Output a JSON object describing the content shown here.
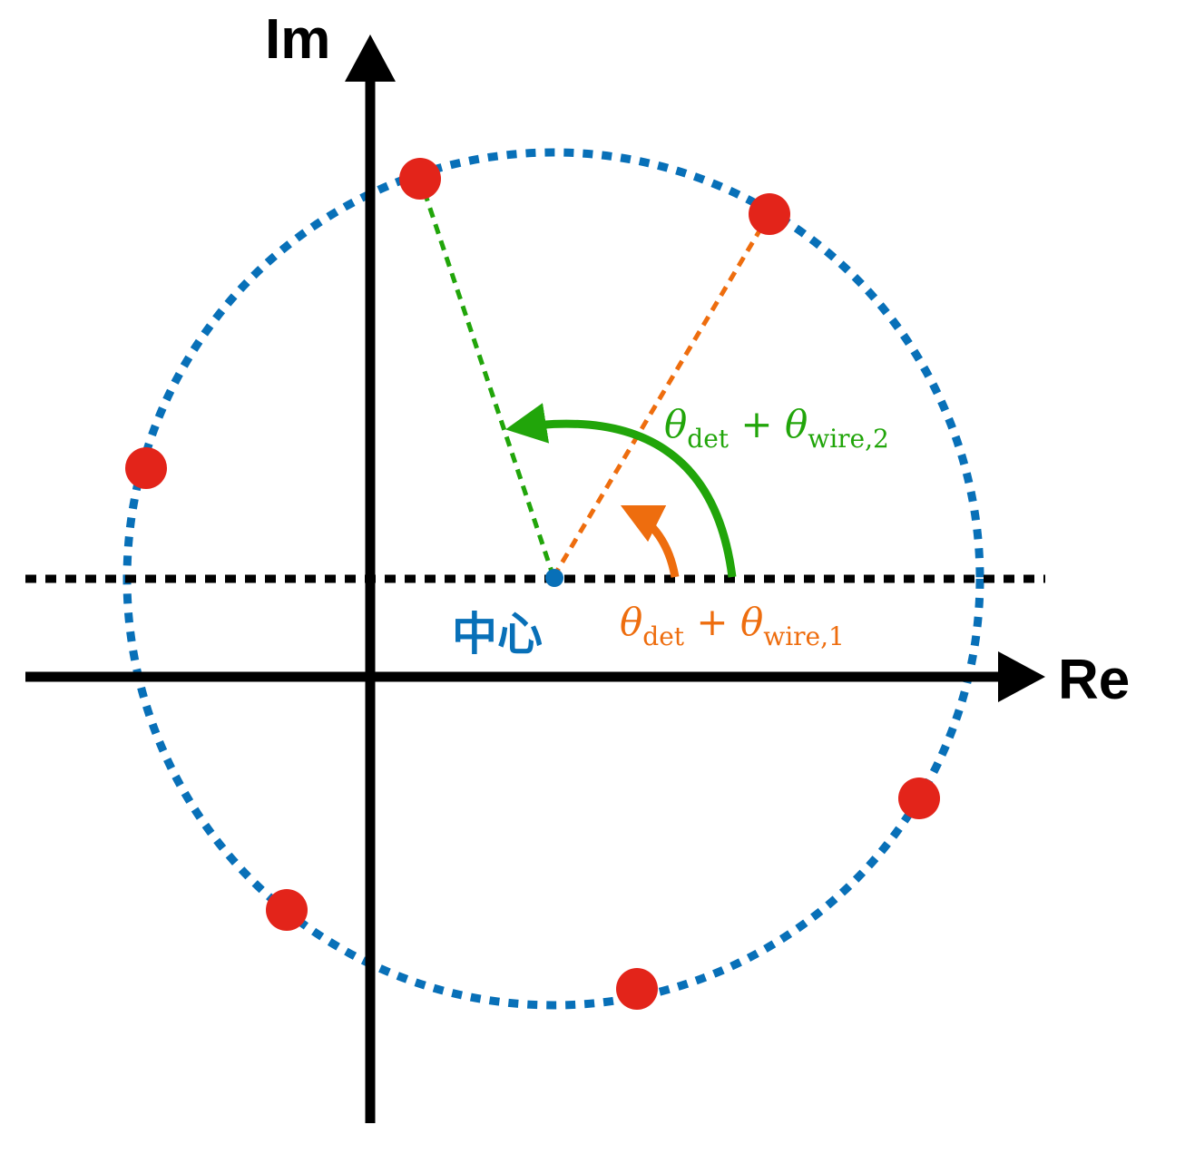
{
  "axes": {
    "real_label": "Re",
    "imag_label": "Im"
  },
  "center": {
    "label": "中心"
  },
  "angles": [
    {
      "id": "wire1",
      "parts": [
        "θ",
        "det",
        " + ",
        "θ",
        "wire,1"
      ],
      "color": "#ee6d0e"
    },
    {
      "id": "wire2",
      "parts": [
        "θ",
        "det",
        " + ",
        "θ",
        "wire,2"
      ],
      "color": "#21a50a"
    }
  ],
  "colors": {
    "axes": "#000000",
    "circle": "#0870b8",
    "center": "#0870b8",
    "points": "#e3241a",
    "guide": "#000000",
    "wire1": "#ee6d0e",
    "wire2": "#21a50a"
  }
}
